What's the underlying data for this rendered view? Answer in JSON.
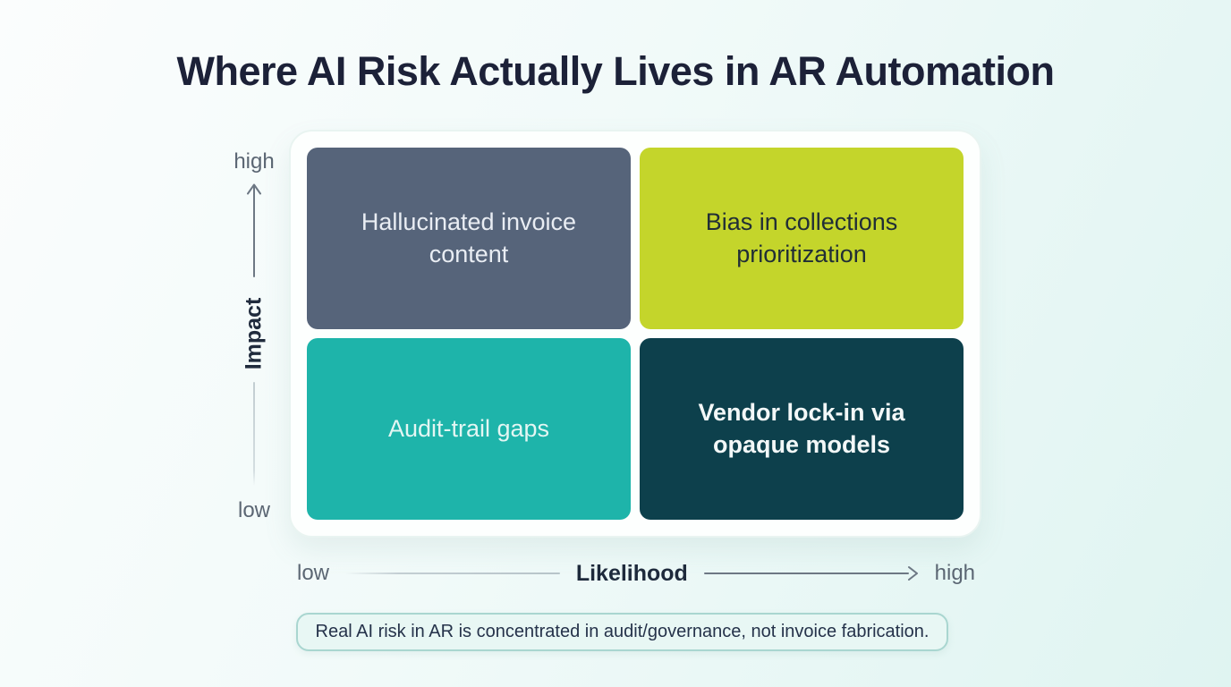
{
  "page": {
    "title": "Where AI Risk Actually Lives in AR Automation"
  },
  "matrix": {
    "type": "2x2-risk-matrix",
    "quadrants": [
      {
        "position": "top-left",
        "label": "Hallucinated invoice content",
        "impact": "high",
        "likelihood": "low",
        "color": "#56647a"
      },
      {
        "position": "top-right",
        "label": "Bias in collections prioritization",
        "impact": "high",
        "likelihood": "high",
        "color": "#c4d52b"
      },
      {
        "position": "bottom-left",
        "label": "Audit-trail gaps",
        "impact": "low",
        "likelihood": "low",
        "color": "#1eb4aa"
      },
      {
        "position": "bottom-right",
        "label": "Vendor lock-in via opaque models",
        "impact": "low",
        "likelihood": "high",
        "color": "#0d404c",
        "emphasis": "bold"
      }
    ]
  },
  "axes": {
    "y": {
      "name": "Impact",
      "top_label": "high",
      "bottom_label": "low"
    },
    "x": {
      "name": "Likelihood",
      "left_label": "low",
      "right_label": "high"
    }
  },
  "callout": {
    "text": "Real AI risk in AR is concentrated in audit/governance, not invoice fabrication."
  },
  "colors": {
    "background_start": "#fbfdfd",
    "background_end": "#dff4f1",
    "title_text": "#1c2138",
    "card_background": "#fdfffe",
    "card_border": "#e9f4f1",
    "axis_endpoint_text": "#5b6673",
    "axis_name_text": "#1e2a3c",
    "axis_line_dark": "#6d7884",
    "axis_line_light": "#c3ced3",
    "callout_background": "#e8f7f4",
    "callout_border": "#a9d6d0",
    "callout_text": "#25324a"
  }
}
